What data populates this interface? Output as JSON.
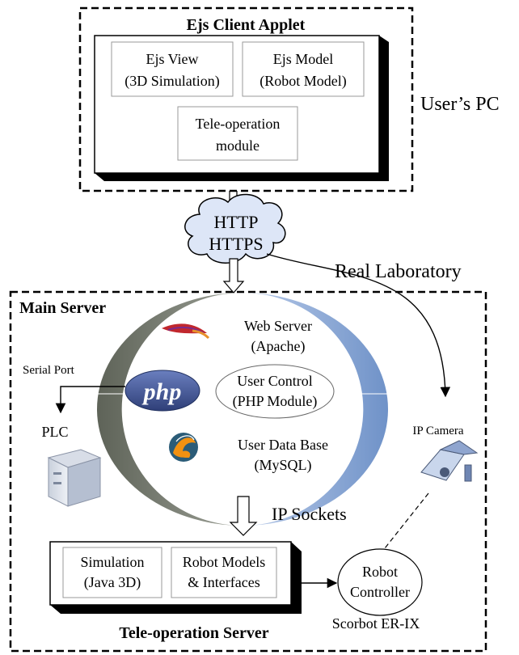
{
  "client": {
    "title": "Ejs Client Applet",
    "view_line1": "Ejs View",
    "view_line2": "(3D Simulation)",
    "model_line1": "Ejs Model",
    "model_line2": "(Robot Model)",
    "teleop_line1": "Tele-operation",
    "teleop_line2": "module",
    "location_label": "User’s PC"
  },
  "network": {
    "cloud_line1": "HTTP",
    "cloud_line2": "HTTPS",
    "lab_label": "Real Laboratory"
  },
  "main_server": {
    "title": "Main Server",
    "web_line1": "Web Server",
    "web_line2": "(Apache)",
    "control_line1": "User Control",
    "control_line2": "(PHP Module)",
    "db_line1": "User Data Base",
    "db_line2": "(MySQL)",
    "php_logo": "php",
    "serial_label": "Serial Port",
    "plc_label": "PLC",
    "camera_label": "IP Camera",
    "sockets_label": "IP Sockets"
  },
  "teleop_server": {
    "sim_line1": "Simulation",
    "sim_line2": "(Java 3D)",
    "models_line1": "Robot Models",
    "models_line2": "& Interfaces",
    "title": "Tele-operation Server"
  },
  "robot": {
    "controller_line1": "Robot",
    "controller_line2": "Controller",
    "name": "Scorbot ER-IX"
  },
  "icons": {
    "apache": "apache-feather-icon",
    "mysql": "mysql-dolphin-icon",
    "plc": "plc-cabinet-icon",
    "camera": "ip-camera-icon"
  },
  "colors": {
    "crescent_left": "#6f7468",
    "crescent_right": "#7f9fd0",
    "cloud_fill": "#dde6f7",
    "php_fill": "#3c4f8e"
  }
}
